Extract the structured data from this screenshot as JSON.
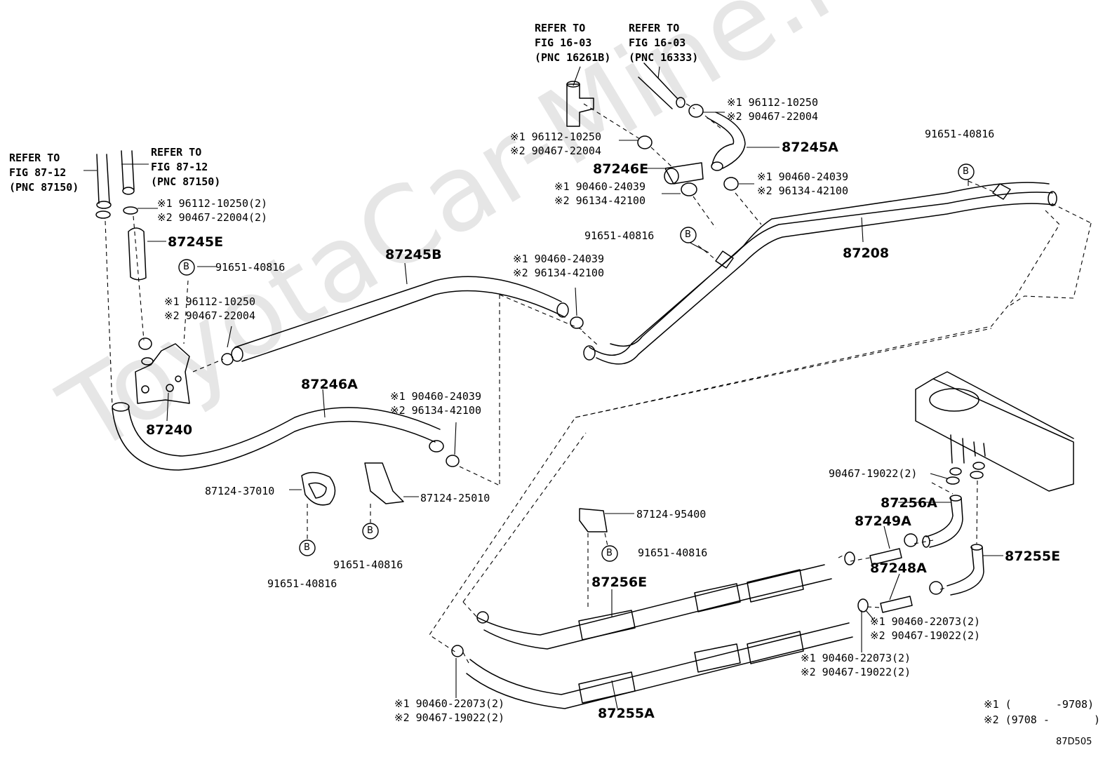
{
  "watermark": "ToyotaCar-Mine.ru",
  "figure_code": "87D505",
  "notes": {
    "n1": "※1 (       -9708)",
    "n2": "※2 (9708 -       )"
  },
  "b_symbol": "B",
  "refs": {
    "r1": [
      "REFER TO",
      "FIG 87-12",
      "(PNC 87150)"
    ],
    "r2": [
      "REFER TO",
      "FIG 87-12",
      "(PNC 87150)"
    ],
    "r3": [
      "REFER TO",
      "FIG 16-03",
      "(PNC 16261B)"
    ],
    "r4": [
      "REFER TO",
      "FIG 16-03",
      "(PNC 16333)"
    ]
  },
  "parts": {
    "p87245A": "87245A",
    "p87245B": "87245B",
    "p87245E": "87245E",
    "p87246E": "87246E",
    "p87246A": "87246A",
    "p87240": "87240",
    "p87208": "87208",
    "p87256A": "87256A",
    "p87249A": "87249A",
    "p87248A": "87248A",
    "p87255E": "87255E",
    "p87256E": "87256E",
    "p87255A": "87255A"
  },
  "callouts": {
    "c1": [
      "※1 96112-10250",
      "※2 90467-22004"
    ],
    "c2": [
      "※1 96112-10250",
      "※2 90467-22004"
    ],
    "c3": [
      "※1 90460-24039",
      "※2 96134-42100"
    ],
    "c4": [
      "※1 90460-24039",
      "※2 96134-42100"
    ],
    "c5": [
      "※1 96112-10250(2)",
      "※2 90467-22004(2)"
    ],
    "c6": [
      "※1 96112-10250",
      "※2 90467-22004"
    ],
    "c7": [
      "※1 90460-24039",
      "※2 96134-42100"
    ],
    "c8": [
      "※1 90460-24039",
      "※2 96134-42100"
    ],
    "c9": [
      "※1 90460-22073(2)",
      "※2 90467-19022(2)"
    ],
    "c10": [
      "※1 90460-22073(2)",
      "※2 90467-19022(2)"
    ],
    "c11": [
      "※1 90460-22073(2)",
      "※2 90467-19022(2)"
    ]
  },
  "parts_numbers": {
    "n_91651_a": "91651-40816",
    "n_91651_b": "91651-40816",
    "n_91651_c": "91651-40816",
    "n_91651_d": "91651-40816",
    "n_91651_e": "91651-40816",
    "n_91651_f": "91651-40816",
    "n_87124_37010": "87124-37010",
    "n_87124_25010": "87124-25010",
    "n_87124_95400": "87124-95400",
    "n_90467_19022": "90467-19022(2)"
  }
}
